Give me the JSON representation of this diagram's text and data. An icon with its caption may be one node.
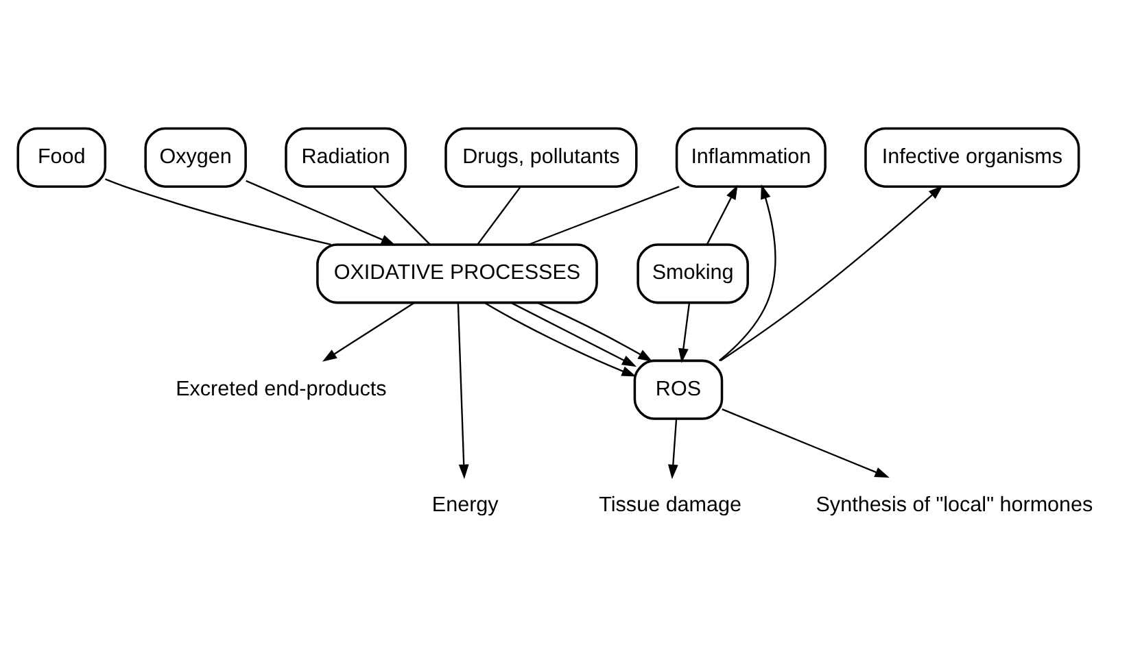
{
  "diagram": {
    "nodes": [
      {
        "text": [
          "Food"
        ]
      },
      {
        "text": [
          "Oxygen"
        ]
      },
      {
        "text": [
          "Radiation"
        ]
      },
      {
        "text": [
          "Infective organisms"
        ]
      },
      {
        "text": [
          "Inflammation"
        ]
      },
      {
        "text": [
          "Drugs, pollutants"
        ]
      },
      {
        "text": [
          "OXIDATIVE PROCESSES"
        ]
      },
      {
        "text": [
          "Smoking"
        ]
      },
      {
        "text": [
          "Excreted end-products"
        ]
      },
      {
        "text": [
          "Energy"
        ]
      },
      {
        "text": [
          "ROS"
        ]
      },
      {
        "text": [
          "Tissue damage"
        ]
      },
      {
        "text": [
          "Synthesis of \"local\" hormones"
        ]
      }
    ],
    "edges": [
      {
        "from": 0,
        "to": 6,
        "arrow": "none"
      },
      {
        "from": 1,
        "to": 6,
        "arrow": "to"
      },
      {
        "from": 2,
        "to": 6,
        "arrow": "none"
      },
      {
        "from": 4,
        "to": 6,
        "arrow": "none"
      },
      {
        "from": 5,
        "to": 6,
        "arrow": "none"
      },
      {
        "from": 6,
        "to": 8,
        "arrow": "to"
      },
      {
        "from": 6,
        "to": 9,
        "arrow": "to"
      },
      {
        "from": 6,
        "to": 10,
        "arrow": "to"
      },
      {
        "from": 6,
        "to": 10,
        "arrow": "to"
      },
      {
        "from": 6,
        "to": 10,
        "arrow": "to"
      },
      {
        "from": 10,
        "to": 3,
        "arrow": "to"
      },
      {
        "from": 10,
        "to": 4,
        "arrow": "to"
      },
      {
        "from": 7,
        "to": 4,
        "arrow": "to"
      },
      {
        "from": 7,
        "to": 10,
        "arrow": "to"
      },
      {
        "from": 10,
        "to": 11,
        "arrow": "to"
      },
      {
        "from": 10,
        "to": 12,
        "arrow": "to"
      }
    ]
  }
}
